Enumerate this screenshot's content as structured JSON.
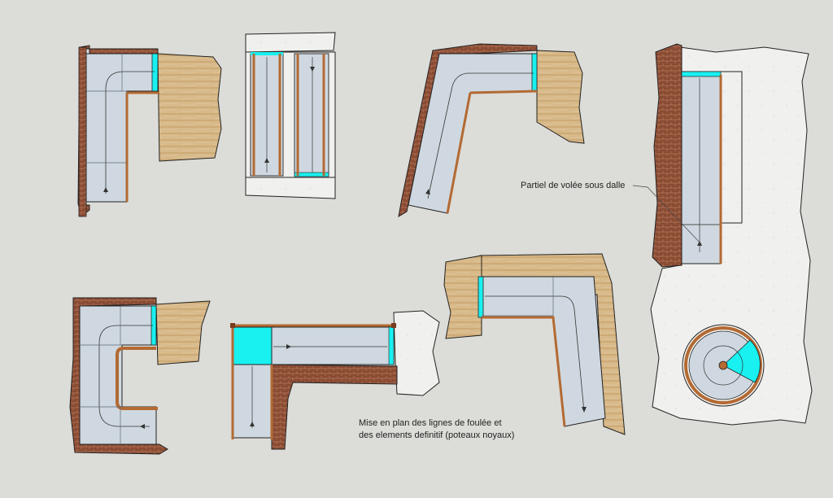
{
  "annotations": {
    "partiel": "Partiel de volée sous dalle",
    "mise_en_plan_line1": "Mise en plan des lignes de foulée et",
    "mise_en_plan_line2": "des elements definitif (poteaux noyaux)"
  },
  "colors": {
    "background": "#dcdcd8",
    "brick": "#8a4b33",
    "brick_mortar": "#b37a5c",
    "wood": "#d7b98a",
    "wood_dark": "#c9a36b",
    "concrete": "#f0f0ee",
    "stair_fill": "#cfd8e0",
    "landing_cyan": "#19f0f0",
    "stringer": "#b36a33",
    "outline": "#222222"
  },
  "diagrams": [
    {
      "id": "plan-1",
      "shape": "L-turn-right"
    },
    {
      "id": "plan-2",
      "shape": "straight-double"
    },
    {
      "id": "plan-3",
      "shape": "L-angled"
    },
    {
      "id": "plan-4",
      "shape": "straight-under-slab"
    },
    {
      "id": "plan-5",
      "shape": "U-turn"
    },
    {
      "id": "plan-6",
      "shape": "L-with-landing"
    },
    {
      "id": "plan-7",
      "shape": "L-turn-wide"
    },
    {
      "id": "plan-8",
      "shape": "spiral"
    }
  ]
}
